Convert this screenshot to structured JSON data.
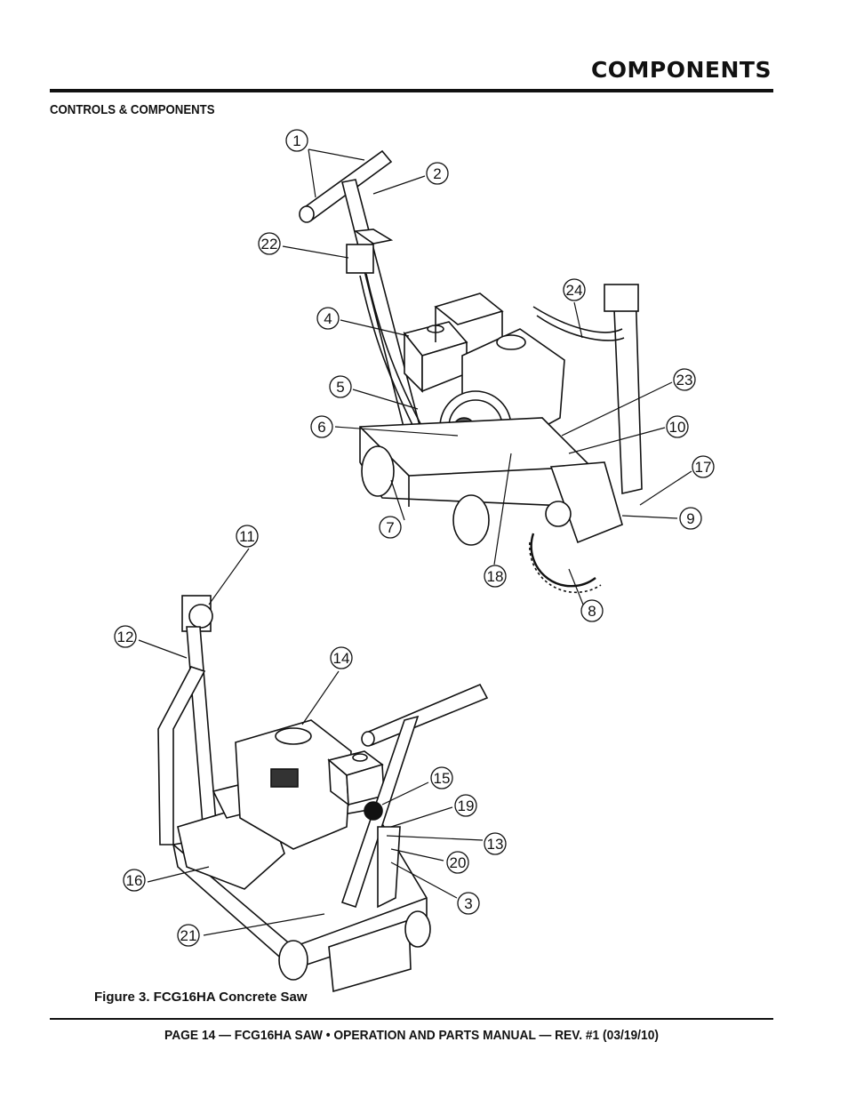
{
  "header": {
    "title": "COMPONENTS"
  },
  "section": {
    "title": "CONTROLS & COMPONENTS"
  },
  "figure": {
    "caption": "Figure 3. FCG16HA Concrete Saw",
    "callouts": [
      "1",
      "2",
      "22",
      "4",
      "5",
      "6",
      "24",
      "23",
      "10",
      "17",
      "9",
      "7",
      "18",
      "8",
      "11",
      "12",
      "14",
      "15",
      "19",
      "13",
      "20",
      "16",
      "3",
      "21"
    ]
  },
  "footer": {
    "text": "PAGE 14 — FCG16HA SAW • OPERATION AND PARTS MANUAL — REV. #1 (03/19/10)"
  }
}
